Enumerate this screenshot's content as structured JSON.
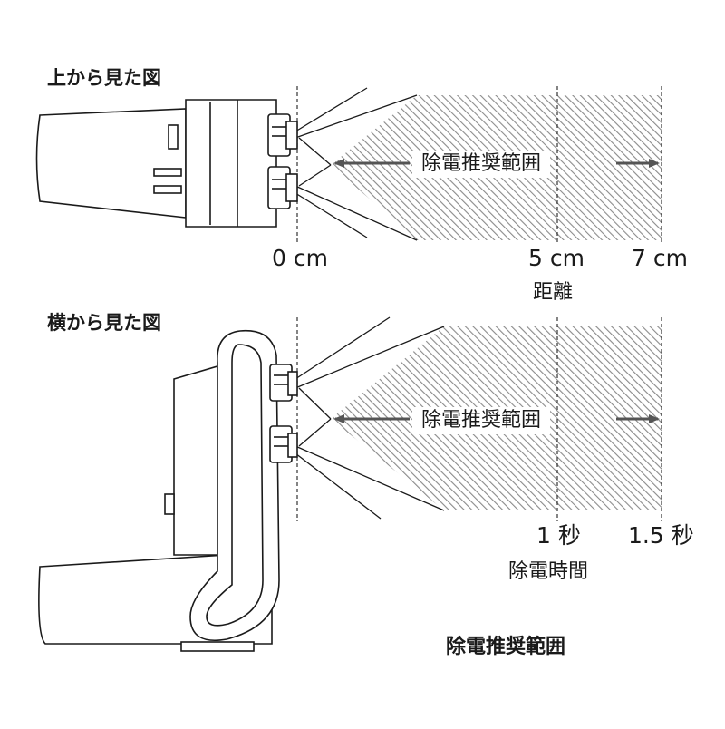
{
  "top_view": {
    "title": "上から見た図",
    "band_label": "除電推奨範囲",
    "ticks": [
      "0 cm",
      "5 cm",
      "7 cm"
    ],
    "axis_label": "距離"
  },
  "side_view": {
    "title": "横から見た図",
    "band_label": "除電推奨範囲",
    "ticks": [
      "1 秒",
      "1.5 秒"
    ],
    "axis_label": "除電時間"
  },
  "caption": "除電推奨範囲",
  "colors": {
    "line": "#1a1a1a",
    "hatch": "#8a8a8a",
    "device_fill": "#ffffff",
    "gap_fill": "#ffffff"
  }
}
